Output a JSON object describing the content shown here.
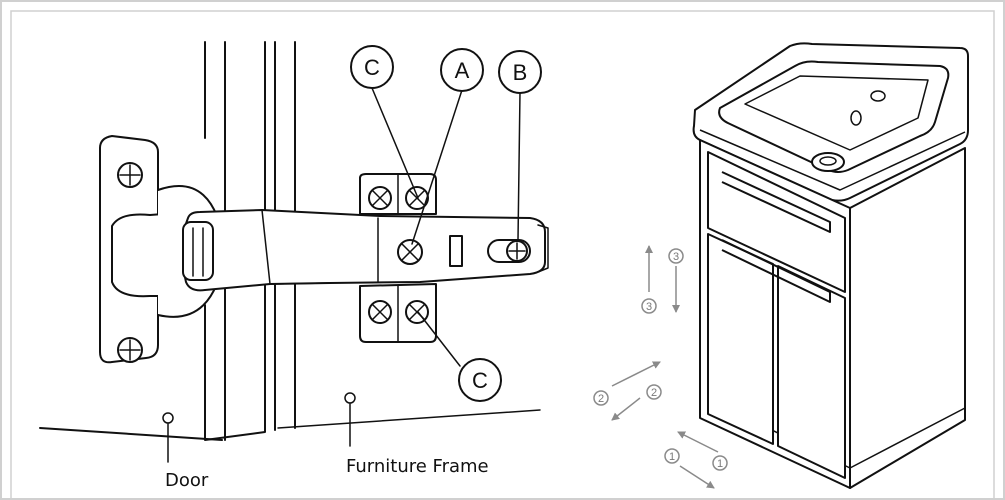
{
  "labels": {
    "door": "Door",
    "furniture_frame": "Furniture Frame",
    "callout_a": "A",
    "callout_b": "B",
    "callout_c_top": "C",
    "callout_c_bottom": "C"
  },
  "adjustment_steps": {
    "step1_a": "1",
    "step1_b": "1",
    "step2_a": "2",
    "step2_b": "2",
    "step3_a": "3",
    "step3_b": "3"
  },
  "colors": {
    "frame_border": "#d0d0d0",
    "ink": "#111111",
    "arrow_gray": "#8a8a8a",
    "panel_fill": "#ffffff"
  }
}
